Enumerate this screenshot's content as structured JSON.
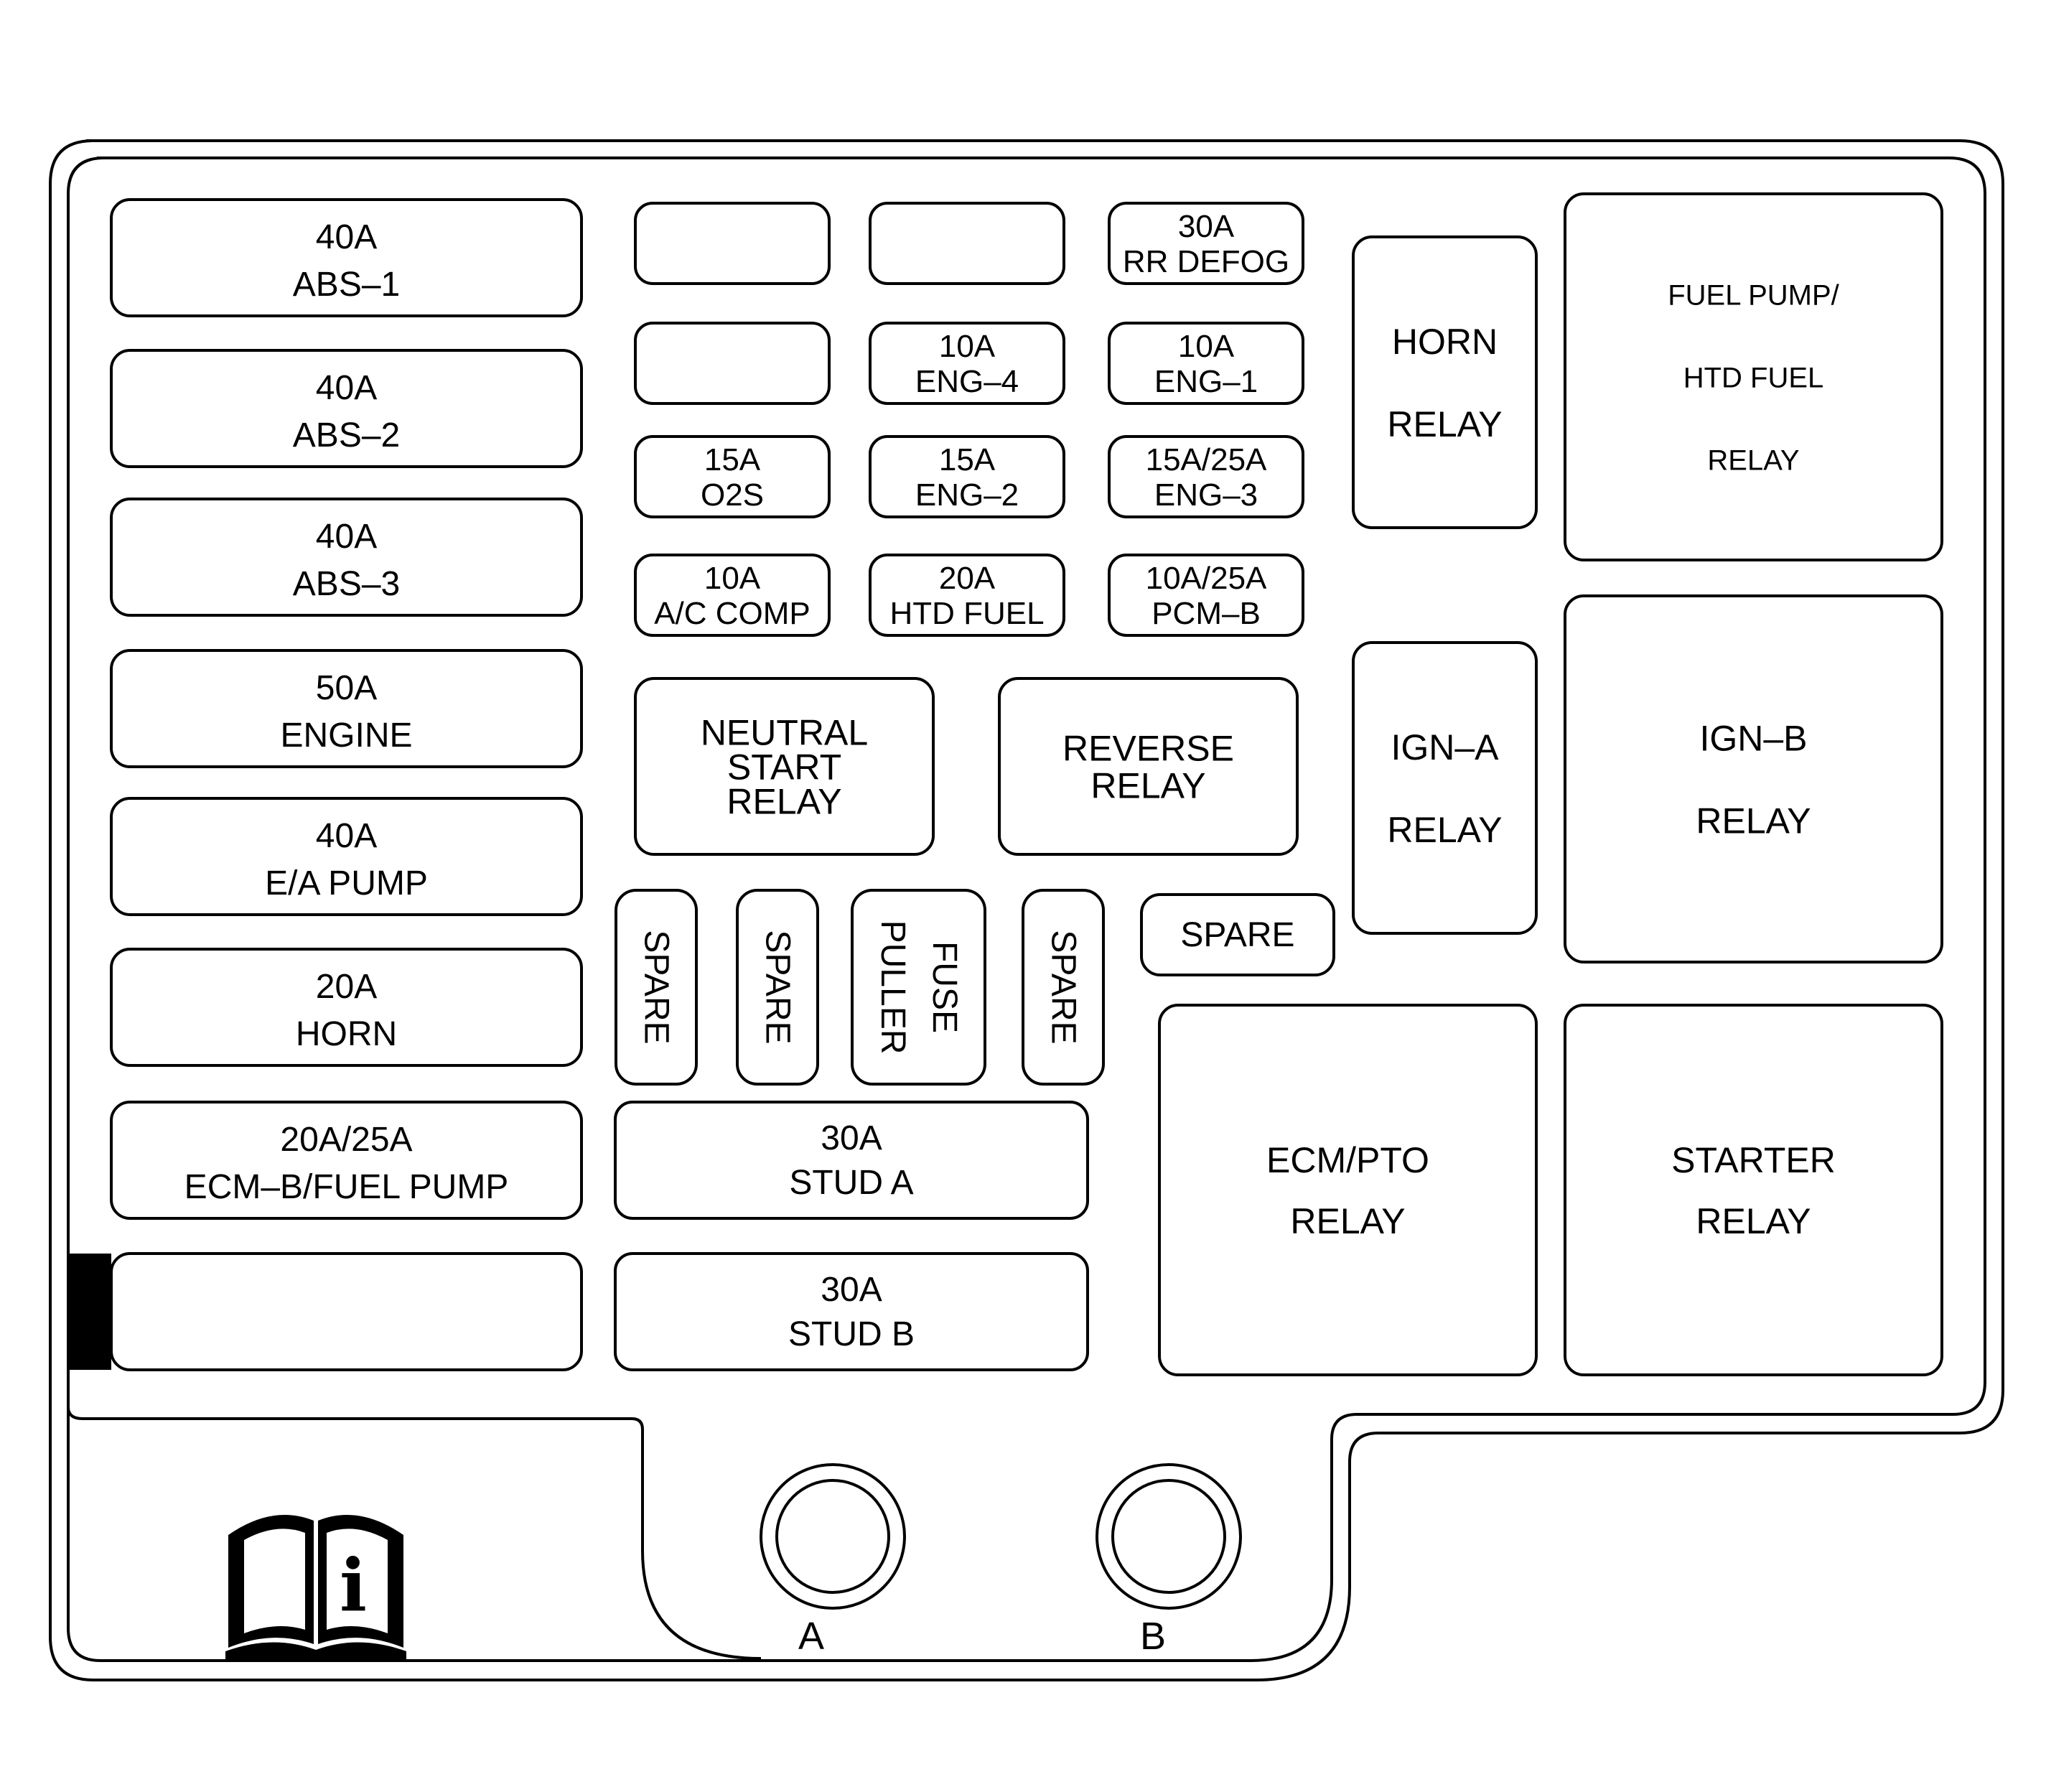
{
  "colors": {
    "ink": "#000000",
    "paper": "#ffffff"
  },
  "fuses_large": [
    {
      "id": "abs-1",
      "amperage": "40A",
      "circuit": "ABS–1"
    },
    {
      "id": "abs-2",
      "amperage": "40A",
      "circuit": "ABS–2"
    },
    {
      "id": "abs-3",
      "amperage": "40A",
      "circuit": "ABS–3"
    },
    {
      "id": "engine",
      "amperage": "50A",
      "circuit": "ENGINE"
    },
    {
      "id": "ea-pump",
      "amperage": "40A",
      "circuit": "E/A PUMP"
    },
    {
      "id": "horn",
      "amperage": "20A",
      "circuit": "HORN"
    },
    {
      "id": "ecm-b-fuel-pump",
      "amperage": "20A/25A",
      "circuit": "ECM–B/FUEL PUMP"
    },
    {
      "id": "empty",
      "amperage": "",
      "circuit": ""
    }
  ],
  "fuses_mini": [
    {
      "id": "empty-1",
      "amperage": "",
      "circuit": ""
    },
    {
      "id": "empty-2",
      "amperage": "",
      "circuit": ""
    },
    {
      "id": "rr-defog",
      "amperage": "30A",
      "circuit": "RR DEFOG"
    },
    {
      "id": "empty-3",
      "amperage": "",
      "circuit": ""
    },
    {
      "id": "eng-4",
      "amperage": "10A",
      "circuit": "ENG–4"
    },
    {
      "id": "eng-1",
      "amperage": "10A",
      "circuit": "ENG–1"
    },
    {
      "id": "o2s",
      "amperage": "15A",
      "circuit": "O2S"
    },
    {
      "id": "eng-2",
      "amperage": "15A",
      "circuit": "ENG–2"
    },
    {
      "id": "eng-3",
      "amperage": "15A/25A",
      "circuit": "ENG–3"
    },
    {
      "id": "ac-comp",
      "amperage": "10A",
      "circuit": "A/C COMP"
    },
    {
      "id": "htd-fuel",
      "amperage": "20A",
      "circuit": "HTD FUEL"
    },
    {
      "id": "pcm-b",
      "amperage": "10A/25A",
      "circuit": "PCM–B"
    }
  ],
  "fuses_stud": [
    {
      "id": "stud-a",
      "amperage": "30A",
      "circuit": "STUD A"
    },
    {
      "id": "stud-b",
      "amperage": "30A",
      "circuit": "STUD B"
    }
  ],
  "relays": [
    {
      "id": "neutral-start",
      "lines": [
        "NEUTRAL",
        "START",
        "RELAY"
      ]
    },
    {
      "id": "reverse",
      "lines": [
        "REVERSE",
        "RELAY"
      ]
    },
    {
      "id": "horn",
      "lines": [
        "HORN",
        "RELAY"
      ]
    },
    {
      "id": "fuel-pump-htd-fuel",
      "lines": [
        "FUEL PUMP/",
        "HTD FUEL",
        "RELAY"
      ]
    },
    {
      "id": "ign-a",
      "lines": [
        "IGN–A",
        "RELAY"
      ]
    },
    {
      "id": "ign-b",
      "lines": [
        "IGN–B",
        "RELAY"
      ]
    },
    {
      "id": "ecm-pto",
      "lines": [
        "ECM/PTO",
        "RELAY"
      ]
    },
    {
      "id": "starter",
      "lines": [
        "STARTER",
        "RELAY"
      ]
    }
  ],
  "vertical_slots": [
    {
      "id": "spare-1",
      "lines": [
        "SPARE"
      ]
    },
    {
      "id": "spare-2",
      "lines": [
        "SPARE"
      ]
    },
    {
      "id": "fuse-puller",
      "lines": [
        "FUSE",
        "PULLER"
      ]
    },
    {
      "id": "spare-3",
      "lines": [
        "SPARE"
      ]
    }
  ],
  "spare_horizontal": {
    "label": "SPARE"
  },
  "studs": [
    {
      "id": "a",
      "label": "A"
    },
    {
      "id": "b",
      "label": "B"
    }
  ],
  "icon": {
    "name": "owners-manual-info-icon",
    "glyph": "i"
  }
}
